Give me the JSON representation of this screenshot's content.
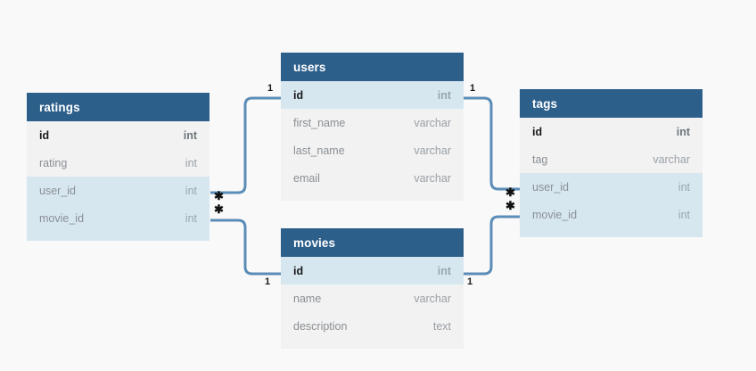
{
  "diagram": {
    "kind": "entity-relationship-diagram",
    "background_color": "#f9f9f9",
    "header_color": "#2d5f8b",
    "row_color": "#f2f2f2",
    "highlight_color": "#d6e7f0",
    "link_color": "#5b8db8"
  },
  "tables": [
    {
      "id": "ratings",
      "title": "ratings",
      "columns": [
        {
          "name": "id",
          "type": "int",
          "key": true,
          "highlight": false
        },
        {
          "name": "rating",
          "type": "int",
          "key": false,
          "highlight": false
        },
        {
          "name": "user_id",
          "type": "int",
          "key": false,
          "highlight": true
        },
        {
          "name": "movie_id",
          "type": "int",
          "key": false,
          "highlight": true
        }
      ]
    },
    {
      "id": "users",
      "title": "users",
      "columns": [
        {
          "name": "id",
          "type": "int",
          "key": true,
          "highlight": true
        },
        {
          "name": "first_name",
          "type": "varchar",
          "key": false,
          "highlight": false
        },
        {
          "name": "last_name",
          "type": "varchar",
          "key": false,
          "highlight": false
        },
        {
          "name": "email",
          "type": "varchar",
          "key": false,
          "highlight": false
        }
      ]
    },
    {
      "id": "tags",
      "title": "tags",
      "columns": [
        {
          "name": "id",
          "type": "int",
          "key": true,
          "highlight": false
        },
        {
          "name": "tag",
          "type": "varchar",
          "key": false,
          "highlight": false
        },
        {
          "name": "user_id",
          "type": "int",
          "key": false,
          "highlight": true
        },
        {
          "name": "movie_id",
          "type": "int",
          "key": false,
          "highlight": true
        }
      ]
    },
    {
      "id": "movies",
      "title": "movies",
      "columns": [
        {
          "name": "id",
          "type": "int",
          "key": true,
          "highlight": true
        },
        {
          "name": "name",
          "type": "varchar",
          "key": false,
          "highlight": false
        },
        {
          "name": "description",
          "type": "text",
          "key": false,
          "highlight": false
        }
      ]
    }
  ],
  "relationships": [
    {
      "id": "ratings-users",
      "from": "ratings.user_id",
      "to": "users.id",
      "from_cardinality": "✱",
      "to_cardinality": "1"
    },
    {
      "id": "ratings-movies",
      "from": "ratings.movie_id",
      "to": "movies.id",
      "from_cardinality": "✱",
      "to_cardinality": "1"
    },
    {
      "id": "users-tags",
      "from": "users.id",
      "to": "tags.user_id",
      "from_cardinality": "1",
      "to_cardinality": "✱"
    },
    {
      "id": "movies-tags",
      "from": "movies.id",
      "to": "tags.movie_id",
      "from_cardinality": "1",
      "to_cardinality": "✱"
    }
  ]
}
